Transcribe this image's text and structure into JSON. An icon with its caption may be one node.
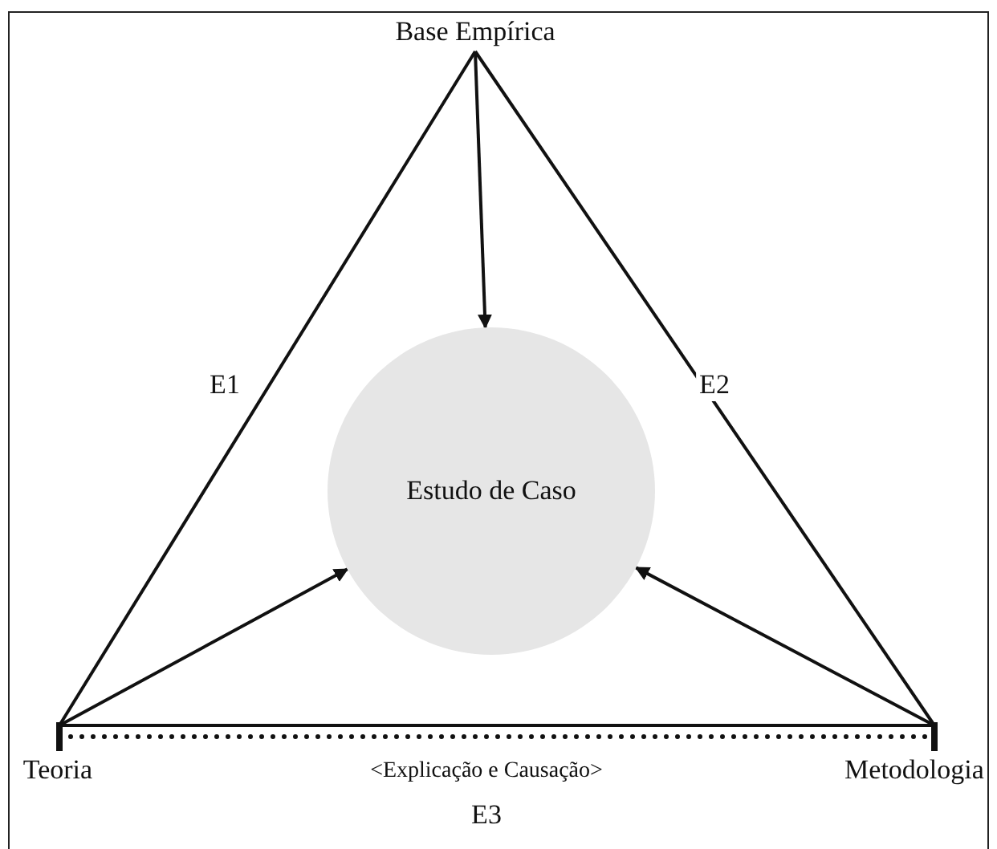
{
  "diagram": {
    "nodes": [
      {
        "text": [
          "Base Empírica"
        ]
      },
      {
        "text": [
          "Estudo de Caso"
        ]
      },
      {
        "text": [
          "Teoria"
        ]
      },
      {
        "text": [
          "Metodologia"
        ]
      }
    ],
    "edges": [
      {
        "from": 0,
        "to": 2,
        "arrow": "none",
        "label": "E1"
      },
      {
        "from": 0,
        "to": 3,
        "arrow": "none",
        "label": "E2"
      },
      {
        "from": 2,
        "to": 3,
        "arrow": "none",
        "label": "E3"
      },
      {
        "from": 2,
        "to": 3,
        "arrow": "other",
        "style": "dashed",
        "label": "<Explicação e Causação>"
      },
      {
        "from": 0,
        "to": 1,
        "arrow": "to"
      },
      {
        "from": 2,
        "to": 1,
        "arrow": "to"
      },
      {
        "from": 3,
        "to": 1,
        "arrow": "to"
      }
    ]
  }
}
